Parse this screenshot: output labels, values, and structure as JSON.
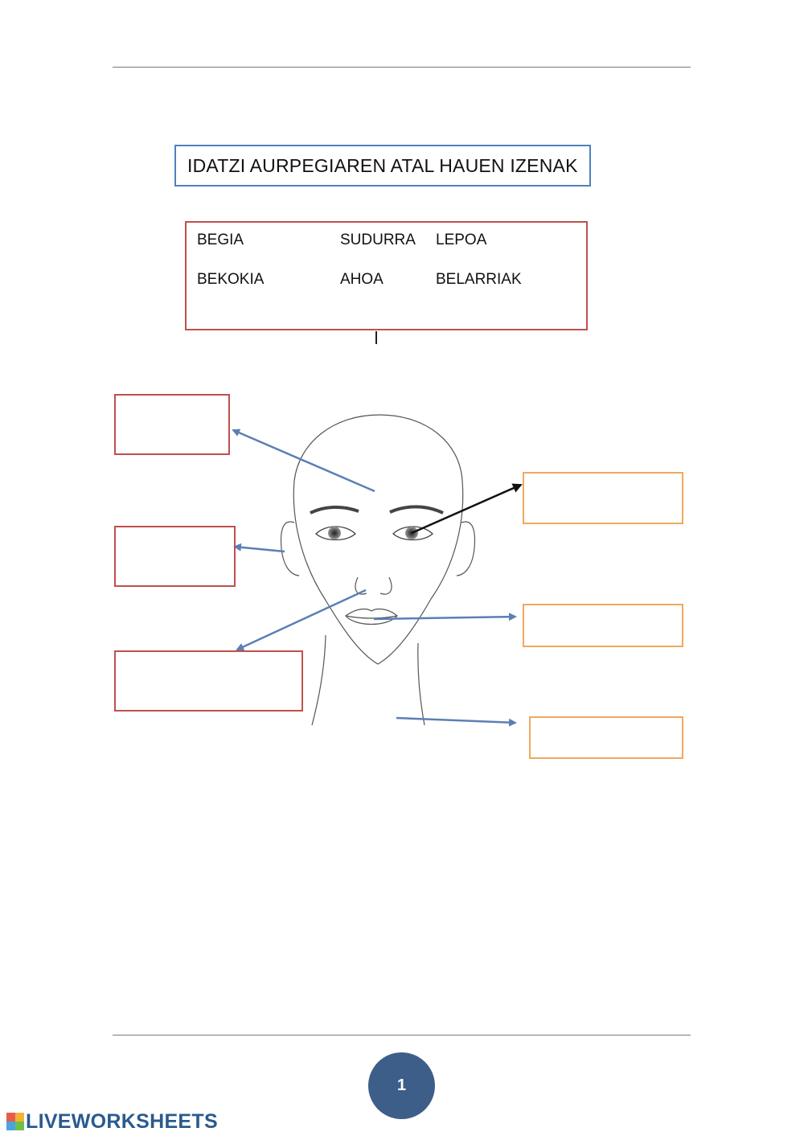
{
  "instruction": "IDATZI AURPEGIAREN ATAL HAUEN IZENAK",
  "word_bank": {
    "row1": [
      "BEGIA",
      "SUDURRA",
      "LEPOA"
    ],
    "row2": [
      "BEKOKIA",
      "AHOA",
      "BELARRIAK"
    ]
  },
  "answers": {
    "forehead": "",
    "ear": "",
    "nose": "",
    "eye": "",
    "mouth": "",
    "neck": ""
  },
  "page_number": "1",
  "brand": "LIVEWORKSHEETS",
  "colors": {
    "title_border": "#4f81bd",
    "red_border": "#c0504d",
    "orange_border": "#f0a860",
    "arrow_blue": "#5b7fb5",
    "arrow_black": "#111111",
    "badge": "#3d5e88"
  }
}
